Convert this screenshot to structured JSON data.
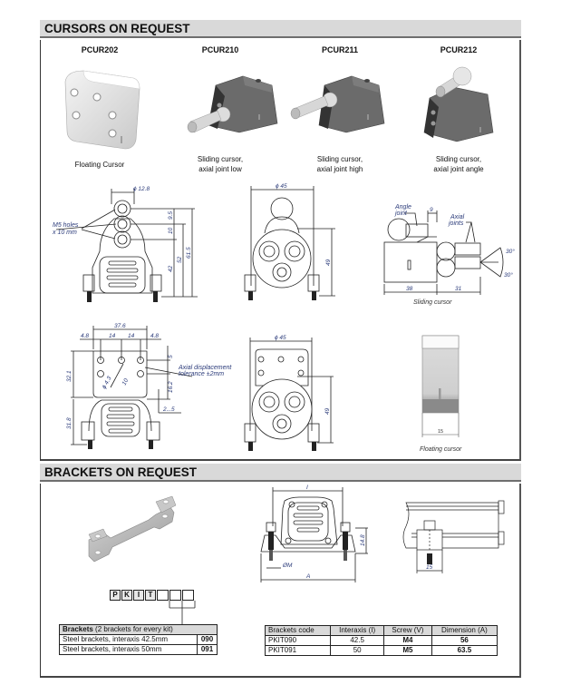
{
  "cursors_section": {
    "title": "CURSORS ON REQUEST",
    "products": [
      {
        "code": "PCUR202",
        "description": [
          "Floating Cursor"
        ]
      },
      {
        "code": "PCUR210",
        "description": [
          "Sliding cursor,",
          "axial joint low"
        ]
      },
      {
        "code": "PCUR211",
        "description": [
          "Sliding cursor,",
          "axial joint high"
        ]
      },
      {
        "code": "PCUR212",
        "description": [
          "Sliding cursor,",
          "axial joint angle"
        ]
      }
    ],
    "drawings": {
      "front_view": {
        "diameter": "ϕ 12.8",
        "note_line1": "M5 holes",
        "note_line2": "x 10 mm",
        "dims": [
          "9.5",
          "10",
          "42",
          "52",
          "61.5"
        ]
      },
      "front_ball_view": {
        "diameter": "ϕ 45",
        "height": "49"
      },
      "side_view": {
        "angle_label_1": "Angle",
        "angle_label_2": "joint",
        "axial_label_1": "Axial",
        "axial_label_2": "joints",
        "dim_top": "9",
        "dim_left": "38",
        "dim_right": "31",
        "angle_1": "30°",
        "angle_2": "30°",
        "caption": "Sliding cursor"
      },
      "plate_view": {
        "width_total": "37.6",
        "widths": [
          "4.8",
          "14",
          "14",
          "4.8"
        ],
        "hole": "ϕ 4.3",
        "hole_2": "10",
        "dim_5": "5",
        "dim_16_2": "16.2",
        "dim_32_1": "32.1",
        "dim_31_8": "31.8",
        "dim_2_5": "2...5",
        "note_line1": "Axial displacement",
        "note_line2": "tolerance ±2mm"
      },
      "plate_ball_view": {
        "diameter": "ϕ 45",
        "height": "49"
      },
      "floating_view": {
        "width": "15",
        "caption": "Floating cursor"
      }
    }
  },
  "brackets_section": {
    "title": "BRACKETS ON REQUEST",
    "code_prefix": [
      "P",
      "K",
      "I",
      "T"
    ],
    "drawing": {
      "dim_i": "I",
      "dim_m": "ØM",
      "dim_a": "A",
      "dim_14_8": "14.8",
      "dim_15": "15"
    },
    "kit_table": {
      "header_bold": "Brackets",
      "header_rest": " (2 brackets for every kit)",
      "rows": [
        {
          "label": "Steel brackets, interaxis 42.5mm",
          "code": "090"
        },
        {
          "label": "Steel brackets, interaxis 50mm",
          "code": "091"
        }
      ]
    },
    "spec_table": {
      "columns": [
        "Brackets code",
        "Interaxis (I)",
        "Screw (V)",
        "Dimension (A)"
      ],
      "rows": [
        [
          "PKIT090",
          "42.5",
          "M4",
          "56"
        ],
        [
          "PKIT091",
          "50",
          "M5",
          "63.5"
        ]
      ]
    }
  }
}
